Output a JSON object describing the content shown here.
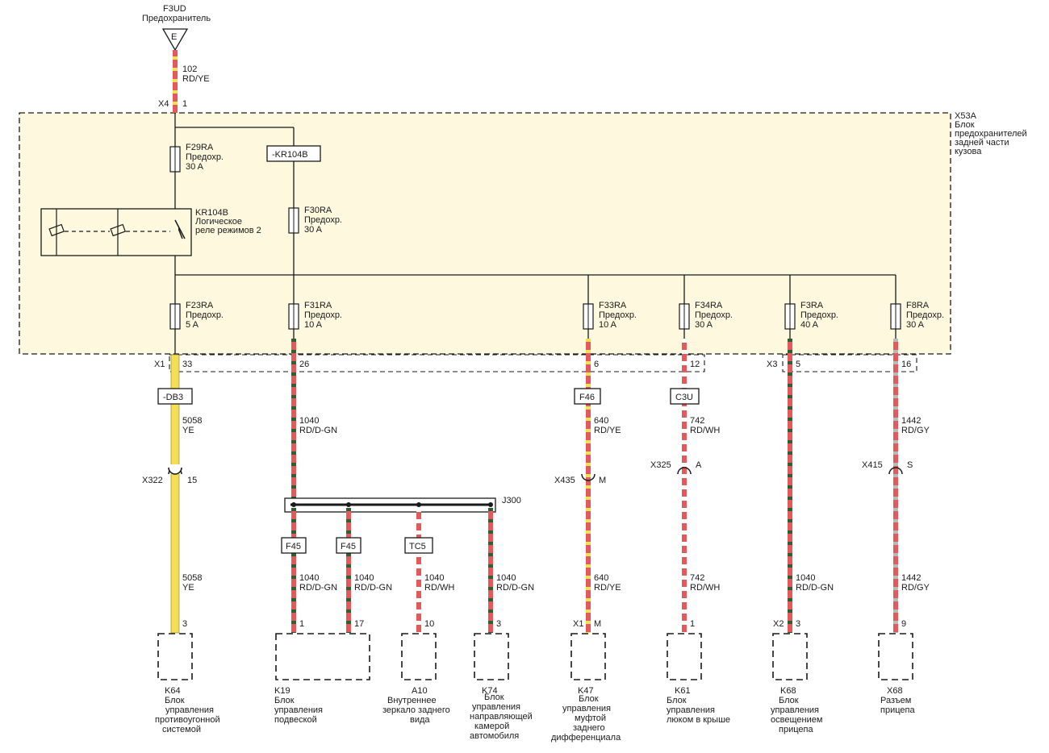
{
  "source": {
    "code": "F3UD",
    "name": "Предохранитель",
    "marker": "E",
    "wire_code": "102",
    "wire_color": "RD/YE",
    "connector": "X4",
    "pin": "1"
  },
  "block": {
    "code": "X53A",
    "name_lines": [
      "Блок",
      "предохранителей",
      "задней части",
      "кузова"
    ]
  },
  "fuses": [
    {
      "id": "f29",
      "code": "F29RA",
      "type": "Предохр.",
      "rating": "30 A"
    },
    {
      "id": "f30",
      "code": "F30RA",
      "type": "Предохр.",
      "rating": "30 A"
    },
    {
      "id": "f23",
      "code": "F23RA",
      "type": "Предохр.",
      "rating": "5 A"
    },
    {
      "id": "f31",
      "code": "F31RA",
      "type": "Предохр.",
      "rating": "10 A"
    },
    {
      "id": "f33",
      "code": "F33RA",
      "type": "Предохр.",
      "rating": "10 A"
    },
    {
      "id": "f34",
      "code": "F34RA",
      "type": "Предохр.",
      "rating": "30 A"
    },
    {
      "id": "f3",
      "code": "F3RA",
      "type": "Предохр.",
      "rating": "40 A"
    },
    {
      "id": "f8",
      "code": "F8RA",
      "type": "Предохр.",
      "rating": "30 A"
    }
  ],
  "relay": {
    "code": "KR104B",
    "name_lines": [
      "Логическое",
      "реле режимов 2"
    ],
    "ref_box": "-KR104B"
  },
  "connectors": {
    "x1": "X1",
    "x3": "X3",
    "pins": {
      "p33": "33",
      "p26": "26",
      "p6": "6",
      "p12": "12",
      "p5": "5",
      "p16": "16"
    }
  },
  "ref_boxes": {
    "db3": "-DB3",
    "f46": "F46",
    "c3u": "C3U",
    "f45a": "F45",
    "f45b": "F45",
    "tc5": "TC5"
  },
  "splice": {
    "code": "J300"
  },
  "inline_connectors": [
    {
      "id": "x322",
      "code": "X322",
      "pin": "15"
    },
    {
      "id": "x435",
      "code": "X435",
      "pin": "M"
    },
    {
      "id": "x325",
      "code": "X325",
      "pin": "A"
    },
    {
      "id": "x415",
      "code": "X415",
      "pin": "S"
    }
  ],
  "wires": {
    "w5058a": {
      "code": "5058",
      "color": "YE"
    },
    "w5058b": {
      "code": "5058",
      "color": "YE"
    },
    "w1040a": {
      "code": "1040",
      "color": "RD/D-GN"
    },
    "w640a": {
      "code": "640",
      "color": "RD/YE"
    },
    "w742a": {
      "code": "742",
      "color": "RD/WH"
    },
    "w1442a": {
      "code": "1442",
      "color": "RD/GY"
    },
    "w1040b": {
      "code": "1040",
      "color": "RD/D-GN"
    },
    "w1040c": {
      "code": "1040",
      "color": "RD/D-GN"
    },
    "w1040d": {
      "code": "1040",
      "color": "RD/WH"
    },
    "w1040e": {
      "code": "1040",
      "color": "RD/D-GN"
    },
    "w640b": {
      "code": "640",
      "color": "RD/YE"
    },
    "w742b": {
      "code": "742",
      "color": "RD/WH"
    },
    "w1040f": {
      "code": "1040",
      "color": "RD/D-GN"
    },
    "w1442b": {
      "code": "1442",
      "color": "RD/GY"
    }
  },
  "endpoint_pins": {
    "k64": "3",
    "k19a": "1",
    "k19b": "17",
    "a10": "10",
    "k74": "3",
    "k47_conn": "X1",
    "k47": "M",
    "k61": "1",
    "k68_conn": "X2",
    "k68": "3",
    "x68": "9"
  },
  "modules": [
    {
      "id": "k64",
      "code": "K64",
      "name_lines": [
        "Блок",
        "управления",
        "противоугонной",
        "системой"
      ]
    },
    {
      "id": "k19",
      "code": "K19",
      "name_lines": [
        "Блок",
        "управления",
        "подвеской"
      ]
    },
    {
      "id": "a10",
      "code": "A10",
      "name_lines": [
        "Внутреннее",
        "зеркало заднего",
        "вида"
      ]
    },
    {
      "id": "k74",
      "code": "K74",
      "name_lines": [
        "Блок",
        "управления",
        "направляющей",
        "камерой",
        "автомобиля"
      ]
    },
    {
      "id": "k47",
      "code": "K47",
      "name_lines": [
        "Блок",
        "управления",
        "муфтой",
        "заднего",
        "дифференциала"
      ]
    },
    {
      "id": "k61",
      "code": "K61",
      "name_lines": [
        "Блок",
        "управления",
        "люком в крыше"
      ]
    },
    {
      "id": "k68",
      "code": "K68",
      "name_lines": [
        "Блок",
        "управления",
        "освещением",
        "прицепа"
      ]
    },
    {
      "id": "x68",
      "code": "X68",
      "name_lines": [
        "Разъем",
        "прицепа"
      ]
    }
  ],
  "colors": {
    "block_fill": "#fdf8de",
    "red": "#e45a5a",
    "yellow": "#f2df55",
    "green": "#2f5e34",
    "white": "#ffffff",
    "gray": "#9a9a9a",
    "line": "#1a1a1a"
  }
}
